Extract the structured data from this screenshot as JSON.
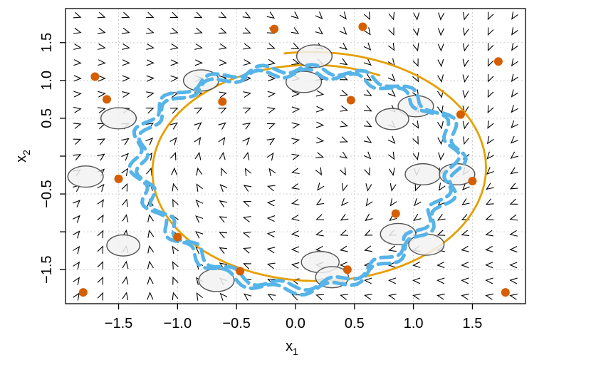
{
  "chart_data": {
    "type": "scatter",
    "title": "",
    "xlabel": "x",
    "xlabel_sub": "1",
    "ylabel": "x",
    "ylabel_sub": "2",
    "xlim": [
      -1.95,
      1.95
    ],
    "ylim": [
      -1.95,
      1.95
    ],
    "x_ticks": [
      -1.5,
      -1.0,
      -0.5,
      0.0,
      0.5,
      1.0,
      1.5
    ],
    "y_ticks": [
      -1.5,
      -0.5,
      0.5,
      1.0,
      1.5
    ],
    "y_minor_ticks": [
      -1.0,
      0.0
    ],
    "grid": true,
    "colors": {
      "points": "#D55E00",
      "true_curve": "#E69F00",
      "dashed_curve": "#56B4E9",
      "arrows": "#000000",
      "ellipse_fill": "#F2F2F2",
      "ellipse_stroke": "#555555"
    },
    "points": [
      {
        "x": -0.18,
        "y": 1.68
      },
      {
        "x": 0.57,
        "y": 1.71
      },
      {
        "x": 1.72,
        "y": 1.25
      },
      {
        "x": -1.7,
        "y": 1.05
      },
      {
        "x": -1.6,
        "y": 0.75
      },
      {
        "x": -0.62,
        "y": 0.72
      },
      {
        "x": 0.47,
        "y": 0.74
      },
      {
        "x": 1.4,
        "y": 0.55
      },
      {
        "x": -1.5,
        "y": -0.3
      },
      {
        "x": 1.5,
        "y": -0.33
      },
      {
        "x": 0.85,
        "y": -0.76
      },
      {
        "x": -1.0,
        "y": -1.07
      },
      {
        "x": -0.47,
        "y": -1.52
      },
      {
        "x": 0.44,
        "y": -1.5
      },
      {
        "x": -1.8,
        "y": -1.8
      },
      {
        "x": 1.78,
        "y": -1.8
      }
    ],
    "ellipses": [
      {
        "x": 0.16,
        "y": 1.32,
        "rx": 0.15,
        "ry": 0.15
      },
      {
        "x": -0.8,
        "y": 1.0,
        "rx": 0.15,
        "ry": 0.14
      },
      {
        "x": 0.07,
        "y": 0.98,
        "rx": 0.15,
        "ry": 0.14
      },
      {
        "x": 1.02,
        "y": 0.66,
        "rx": 0.15,
        "ry": 0.14
      },
      {
        "x": 0.82,
        "y": 0.49,
        "rx": 0.14,
        "ry": 0.14
      },
      {
        "x": -1.5,
        "y": 0.5,
        "rx": 0.15,
        "ry": 0.14
      },
      {
        "x": -1.78,
        "y": -0.27,
        "rx": 0.15,
        "ry": 0.14
      },
      {
        "x": 1.08,
        "y": -0.24,
        "rx": 0.15,
        "ry": 0.14
      },
      {
        "x": 1.37,
        "y": -0.24,
        "rx": 0.15,
        "ry": 0.14
      },
      {
        "x": 0.87,
        "y": -1.03,
        "rx": 0.15,
        "ry": 0.14
      },
      {
        "x": 1.11,
        "y": -1.17,
        "rx": 0.15,
        "ry": 0.14
      },
      {
        "x": -1.46,
        "y": -1.18,
        "rx": 0.14,
        "ry": 0.14
      },
      {
        "x": 0.21,
        "y": -1.4,
        "rx": 0.16,
        "ry": 0.14
      },
      {
        "x": 0.31,
        "y": -1.6,
        "rx": 0.14,
        "ry": 0.14
      },
      {
        "x": -0.67,
        "y": -1.64,
        "rx": 0.15,
        "ry": 0.15
      }
    ],
    "true_curve": {
      "cx": 0.16,
      "cy": -0.18,
      "rx": 1.5,
      "ry": 1.56,
      "start_deg": 100,
      "sweep_deg": 395
    },
    "dashed_curve": {
      "cx": 0.0,
      "cy": -0.22,
      "rx": 1.38,
      "ry": 1.5,
      "phase_deg": 30,
      "sweep_deg": 720,
      "r_decay": 0.04
    },
    "vector_field": {
      "x_range": [
        -1.85,
        1.85
      ],
      "y_range": [
        -1.85,
        1.85
      ],
      "nx": 19,
      "ny": 19,
      "center": [
        0.0,
        -0.2
      ],
      "tilt_deg": 0
    }
  }
}
